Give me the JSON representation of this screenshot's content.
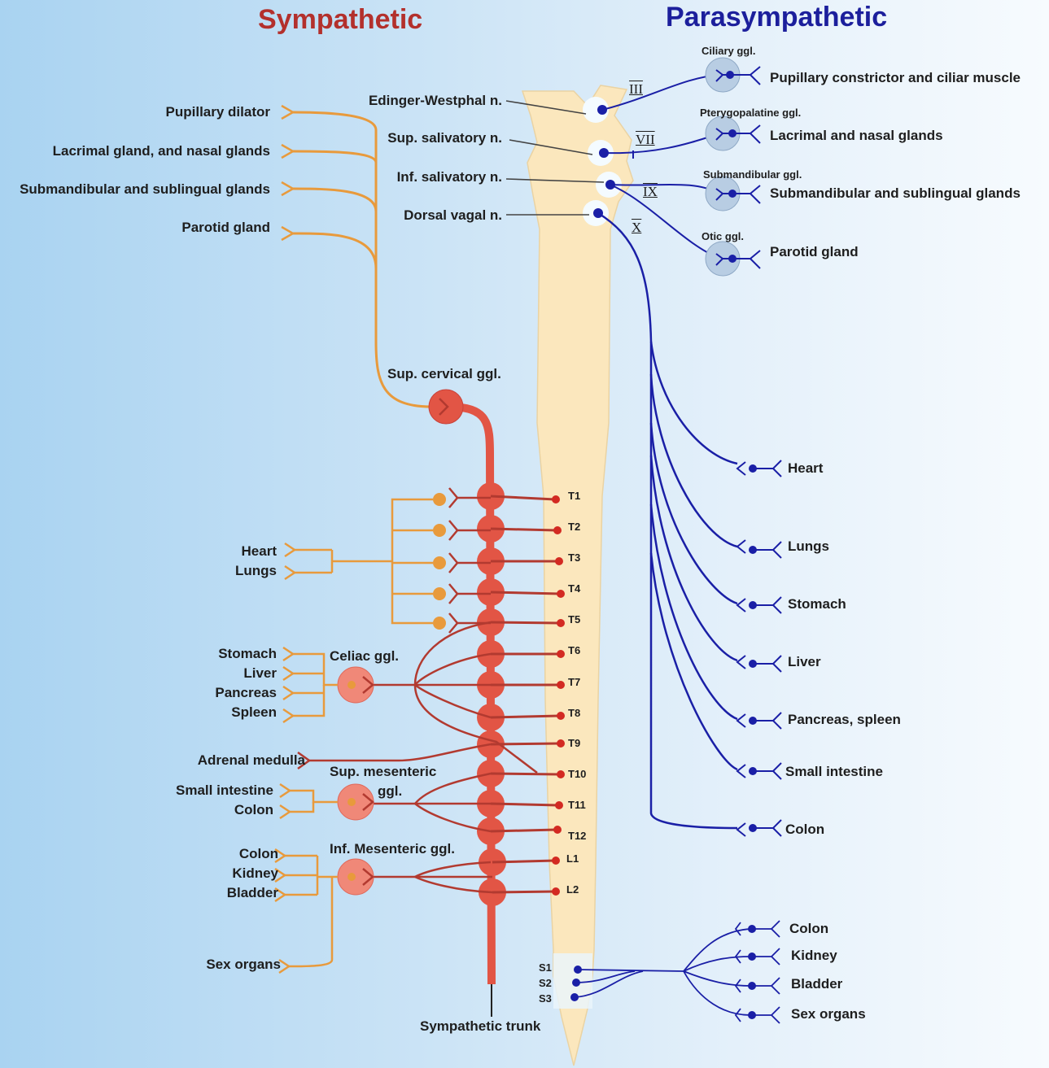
{
  "headings": {
    "sympathetic": "Sympathetic",
    "parasympathetic": "Parasympathetic"
  },
  "nuclei": {
    "edinger_westphal": "Edinger-Westphal n.",
    "sup_salivatory": "Sup. salivatory n.",
    "inf_salivatory": "Inf. salivatory n.",
    "dorsal_vagal": "Dorsal vagal n."
  },
  "cranial_nerves": {
    "n3": "III",
    "n7": "VII",
    "n9": "IX",
    "n10": "X"
  },
  "para_ganglia": {
    "ciliary": "Ciliary ggl.",
    "pterygopalatine": "Pterygopalatine ggl.",
    "submandibular": "Submandibular ggl.",
    "otic": "Otic ggl."
  },
  "para_head_targets": {
    "pupillary": "Pupillary constrictor and ciliar muscle",
    "lacrimal": "Lacrimal and nasal glands",
    "submandibular": "Submandibular and  sublingual glands",
    "parotid": "Parotid gland"
  },
  "vagal_targets": [
    "Heart",
    "Lungs",
    "Stomach",
    "Liver",
    "Pancreas, spleen",
    "Small intestine",
    "Colon"
  ],
  "sacral_segments": [
    "S1",
    "S2",
    "S3"
  ],
  "sacral_targets": [
    "Colon",
    "Kidney",
    "Bladder",
    "Sex organs"
  ],
  "symp_head_targets": [
    "Pupillary dilator",
    "Lacrimal gland, and nasal glands",
    "Submandibular and sublingual glands",
    "Parotid gland"
  ],
  "symp_ganglia": {
    "sup_cervical": "Sup. cervical ggl.",
    "celiac": "Celiac ggl.",
    "sup_mesenteric_1": "Sup. mesenteric",
    "sup_mesenteric_2": "ggl.",
    "inf_mesenteric": "Inf. Mesenteric ggl."
  },
  "symp_targets": {
    "thoracic": [
      "Heart",
      "Lungs"
    ],
    "celiac": [
      "Stomach",
      "Liver",
      "Pancreas",
      "Spleen"
    ],
    "adrenal": "Adrenal medulla",
    "sup_mesenteric": [
      "Small intestine",
      "Colon"
    ],
    "inf_mesenteric": [
      "Colon",
      "Kidney",
      "Bladder"
    ],
    "sex": "Sex organs"
  },
  "spinal_segments": [
    "T1",
    "T2",
    "T3",
    "T4",
    "T5",
    "T6",
    "T7",
    "T8",
    "T9",
    "T10",
    "T11",
    "T12",
    "L1",
    "L2"
  ],
  "trunk_label": "Sympathetic trunk",
  "colors": {
    "sympathetic_title": "#b3302c",
    "parasympathetic_title": "#1c1f9c",
    "sympathetic_pre": "#b23a30",
    "sympathetic_post": "#e89a3c",
    "parasympathetic": "#1a1fa6",
    "cord": "#fbe7bd"
  }
}
